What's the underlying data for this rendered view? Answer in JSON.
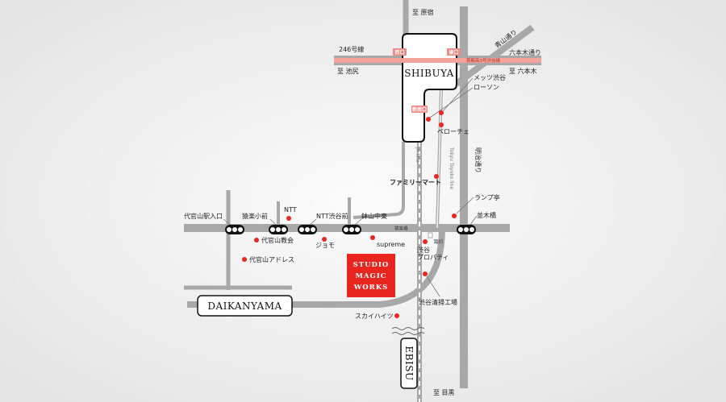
{
  "colors": {
    "road": "#a8a8a8",
    "expressway": "#f4a39b",
    "exit_label": "#ef8a82",
    "marker": "#e8251f",
    "studio_box": "#e8251f"
  },
  "directions": {
    "to_harajuku": "至 原宿",
    "to_ikejiri": "至 池尻",
    "to_roppongi": "至 六本木",
    "to_meguro": "至 目黒"
  },
  "roads": {
    "route_246": "246号線",
    "roppongi_dori": "六本木通り",
    "aoyama_dori": "青山通り",
    "meiji_dori": "明治通り",
    "expressway": "首都高3号渋谷線",
    "jr_line": "JR line",
    "toyoko_line": "Tokyu Toyoko line",
    "sarugaku_bridge": "猿楽橋",
    "crossing": "踏切"
  },
  "stations": {
    "shibuya": "SHIBUYA",
    "daikanyama": "DAIKANYAMA",
    "ebisu": "EBISU",
    "exit_west": "西口",
    "exit_east": "東口",
    "exit_new_south": "新南口"
  },
  "intersections": {
    "daikanyama_eki_iriguchi": "代官山駅入口",
    "sarugaku_sho_mae": "猿楽小前",
    "ntt_shibuya_mae": "NTT渋谷前",
    "hachiyama_chuto": "鉢山中東",
    "namikibashi": "並木橋"
  },
  "landmarks": {
    "mets_shibuya": "メッツ渋谷",
    "lawson": "ローソン",
    "veloce": "ベローチェ",
    "family_mart": "ファミリーマート",
    "lamp_tei": "ランプ亭",
    "ntt": "NTT",
    "daikanyama_church": "代官山教会",
    "jomo": "ジョモ",
    "supreme": "supreme",
    "daikanyama_address": "代官山アドレス",
    "shibuya_property_line1": "渋谷",
    "shibuya_property_line2": "プロパティ",
    "shibuya_incineration_plant": "渋谷清掃工場",
    "sky_heights": "スカイハイツ"
  },
  "studio": {
    "line1": "STUDIO",
    "line2": "MAGIC",
    "line3": "WORKS"
  }
}
